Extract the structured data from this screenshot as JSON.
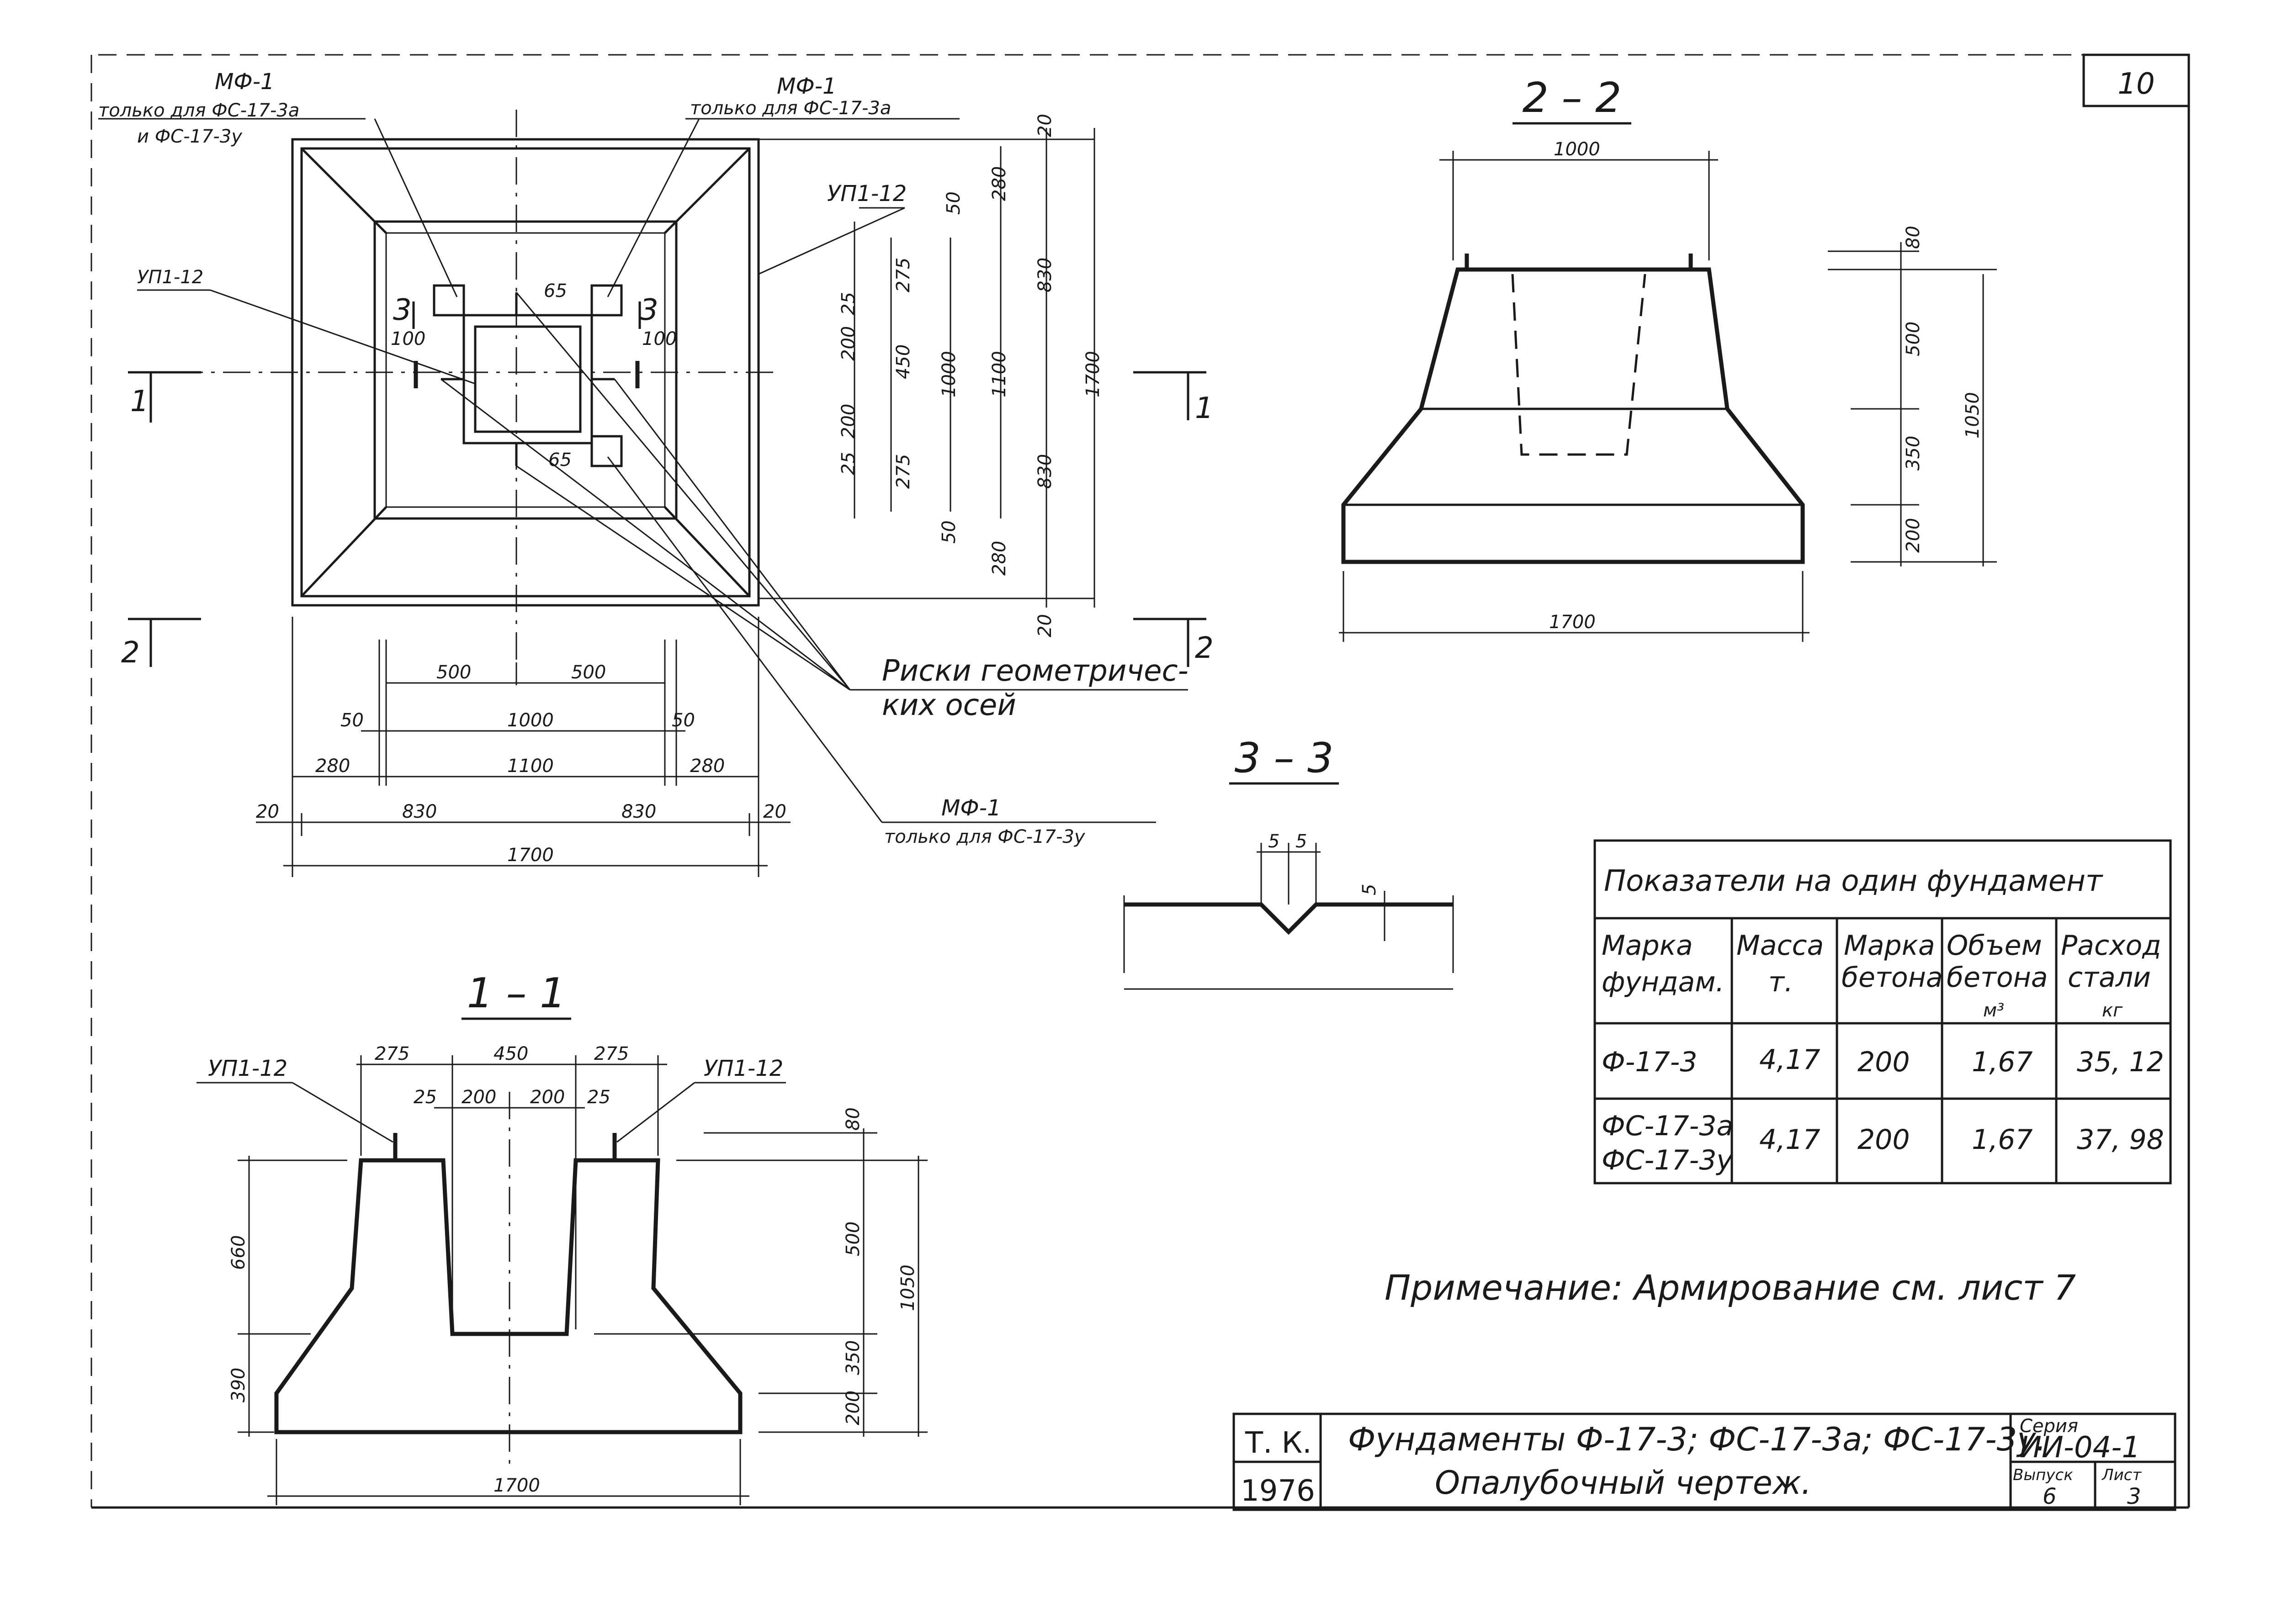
{
  "sheet_number": "10",
  "plan": {
    "leaders": {
      "mf_left_top": "МФ-1",
      "mf_left_sub1": "только для ФС-17-3а",
      "mf_left_sub2": "и ФС-17-3у",
      "mf_right": "МФ-1",
      "mf_right_sub": "только для ФС-17-3а",
      "ul_right": "УП1-12",
      "ul_left": "УП1-12",
      "mf_bottom": "МФ-1",
      "mf_bottom_sub": "только для ФС-17-3у",
      "axes1": "Риски геометричес-",
      "axes2": "ких осей"
    },
    "inner": {
      "d100a": "100",
      "d100b": "100",
      "d65a": "65",
      "d65b": "65",
      "s3a": "3",
      "s3b": "3"
    },
    "cut_marks": {
      "c1": "1",
      "c2": "1",
      "c3": "2",
      "c4": "2"
    },
    "dims_horizontal": [
      "500",
      "500",
      "50",
      "1000",
      "50",
      "280",
      "1100",
      "280",
      "20",
      "830",
      "830",
      "20",
      "1700"
    ],
    "dims_vertical": [
      "20",
      "280",
      "50",
      "275",
      "25",
      "200",
      "450",
      "1000",
      "1100",
      "830",
      "1700",
      "200",
      "25",
      "275",
      "50",
      "830",
      "280",
      "20"
    ]
  },
  "section22": {
    "title": "2 – 2",
    "dims": {
      "top": "1000",
      "bottom": "1700",
      "v80": "80",
      "v500": "500",
      "v350": "350",
      "v200": "200",
      "v1050": "1050"
    }
  },
  "section33": {
    "title": "3 – 3",
    "dims": {
      "a": "5",
      "b": "5",
      "c": "5"
    }
  },
  "section11": {
    "title": "1 – 1",
    "labels": {
      "ul_left": "УП1-12",
      "ul_right": "УП1-12"
    },
    "dims": {
      "t1": "275",
      "t2": "450",
      "t3": "275",
      "s1": "25",
      "s2": "200",
      "s3": "200",
      "s4": "25",
      "v80": "80",
      "v500": "500",
      "v1050": "1050",
      "v350": "350",
      "v200": "200",
      "l660": "660",
      "l390": "390",
      "bottom": "1700"
    }
  },
  "indicators_table": {
    "title": "Показатели на один фундамент",
    "headers": [
      [
        "Марка",
        "фундам."
      ],
      [
        "Масса",
        "т."
      ],
      [
        "Марка",
        "бетона"
      ],
      [
        "Объем",
        "бетона",
        "м³"
      ],
      [
        "Расход",
        "стали",
        "кг"
      ]
    ],
    "rows": [
      {
        "mark": [
          "Ф-17-3"
        ],
        "mass": "4,17",
        "concrete": "200",
        "volume": "1,67",
        "steel": "35, 12"
      },
      {
        "mark": [
          "ФС-17-3а",
          "ФС-17-3у"
        ],
        "mass": "4,17",
        "concrete": "200",
        "volume": "1,67",
        "steel": "37, 98"
      }
    ]
  },
  "note": "Примечание: Армирование см. лист 7",
  "title_block": {
    "org": "Т. К.",
    "year": "1976",
    "line1": "Фундаменты Ф-17-3; ФС-17-3а; ФС-17-3у.",
    "line2": "Опалубочный чертеж.",
    "series_label": "Серия",
    "series_value": "ИИ-04-1",
    "issue_label": "Выпуск",
    "issue_value": "6",
    "sheet_label": "Лист",
    "sheet_value": "3"
  }
}
